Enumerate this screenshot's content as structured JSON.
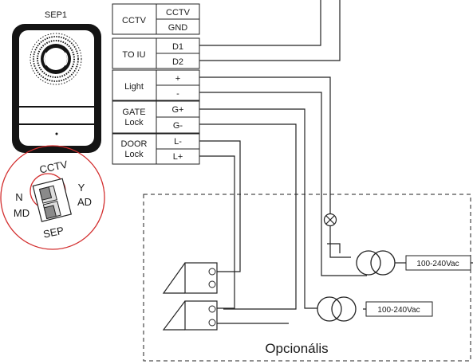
{
  "device": {
    "label": "SEP1"
  },
  "terminal_groups": [
    {
      "label": "CCTV",
      "pins": [
        "CCTV",
        "GND"
      ]
    },
    {
      "label": "TO IU",
      "pins": [
        "D1",
        "D2"
      ]
    },
    {
      "label": "Light",
      "pins": [
        "+",
        "-"
      ]
    },
    {
      "label_lines": [
        "GATE",
        "Lock"
      ],
      "pins": [
        "G+",
        "G-"
      ]
    },
    {
      "label_lines": [
        "DOOR",
        "Lock"
      ],
      "pins": [
        "L-",
        "L+"
      ]
    }
  ],
  "switch": {
    "top_label": "CCTV",
    "bottom_label": "SEP",
    "left_labels": [
      "N",
      "MD"
    ],
    "right_labels": [
      "Y",
      "AD"
    ]
  },
  "transformers": [
    {
      "voltage": "100-240Vac"
    },
    {
      "voltage": "100-240Vac"
    }
  ],
  "optional_area": {
    "label": "Opcionális"
  }
}
